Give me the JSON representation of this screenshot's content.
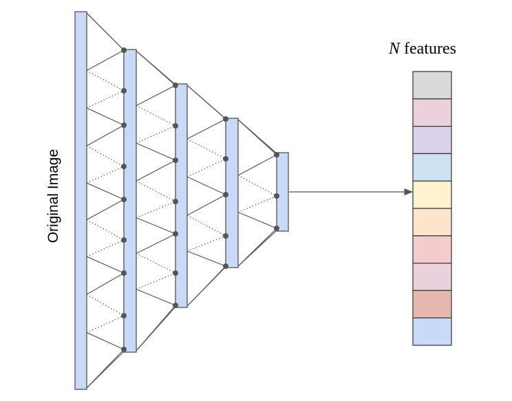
{
  "input_label": "Original Image",
  "output_title": {
    "symbol": "N",
    "text": " features"
  },
  "colors": {
    "column_fill": "#c9daf8",
    "column_stroke": "#666666",
    "line": "#555555",
    "dot": "#555555"
  },
  "layers": [
    {
      "name": "input",
      "nodes": 0
    },
    {
      "name": "layer-1",
      "nodes": 9
    },
    {
      "name": "layer-2",
      "nodes": 7
    },
    {
      "name": "layer-3",
      "nodes": 5
    },
    {
      "name": "layer-4",
      "nodes": 3
    }
  ],
  "feature_colors": [
    "#d9d9d9",
    "#ead1dc",
    "#d9d2e9",
    "#cfe2f3",
    "#fff2cc",
    "#fce5cd",
    "#f4cccc",
    "#ead1dc",
    "#e6b8af",
    "#c9daf8"
  ]
}
